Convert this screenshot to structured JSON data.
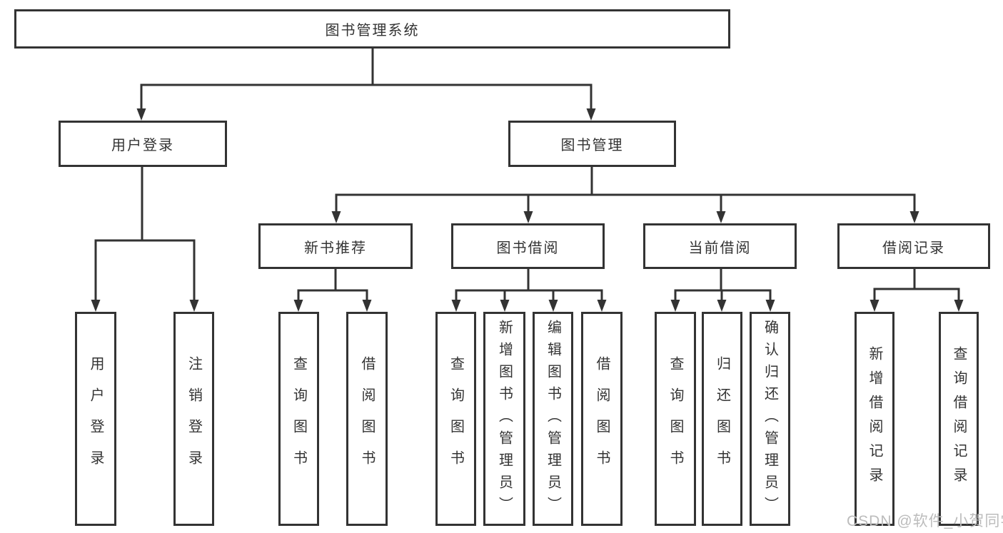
{
  "diagram": {
    "tree": {
      "label": "图书管理系统",
      "children": [
        {
          "label": "用户登录",
          "children": [
            {
              "label": "用户登录"
            },
            {
              "label": "注销登录"
            }
          ]
        },
        {
          "label": "图书管理",
          "children": [
            {
              "label": "新书推荐",
              "children": [
                {
                  "label": "查询图书"
                },
                {
                  "label": "借阅图书"
                }
              ]
            },
            {
              "label": "图书借阅",
              "children": [
                {
                  "label": "查询图书"
                },
                {
                  "label": "新增图书（管理员）"
                },
                {
                  "label": "编辑图书（管理员）"
                },
                {
                  "label": "借阅图书"
                }
              ]
            },
            {
              "label": "当前借阅",
              "children": [
                {
                  "label": "查询图书"
                },
                {
                  "label": "归还图书"
                },
                {
                  "label": "确认归还（管理员）"
                }
              ]
            },
            {
              "label": "借阅记录",
              "children": [
                {
                  "label": "新增借阅记录"
                },
                {
                  "label": "查询借阅记录"
                }
              ]
            }
          ]
        }
      ]
    },
    "colors": {
      "stroke": "#333333",
      "text": "#333333",
      "watermark_text": "#bcbcbc",
      "background": "#ffffff"
    }
  },
  "watermark": {
    "text": "CSDN @软件_小贺同学"
  }
}
